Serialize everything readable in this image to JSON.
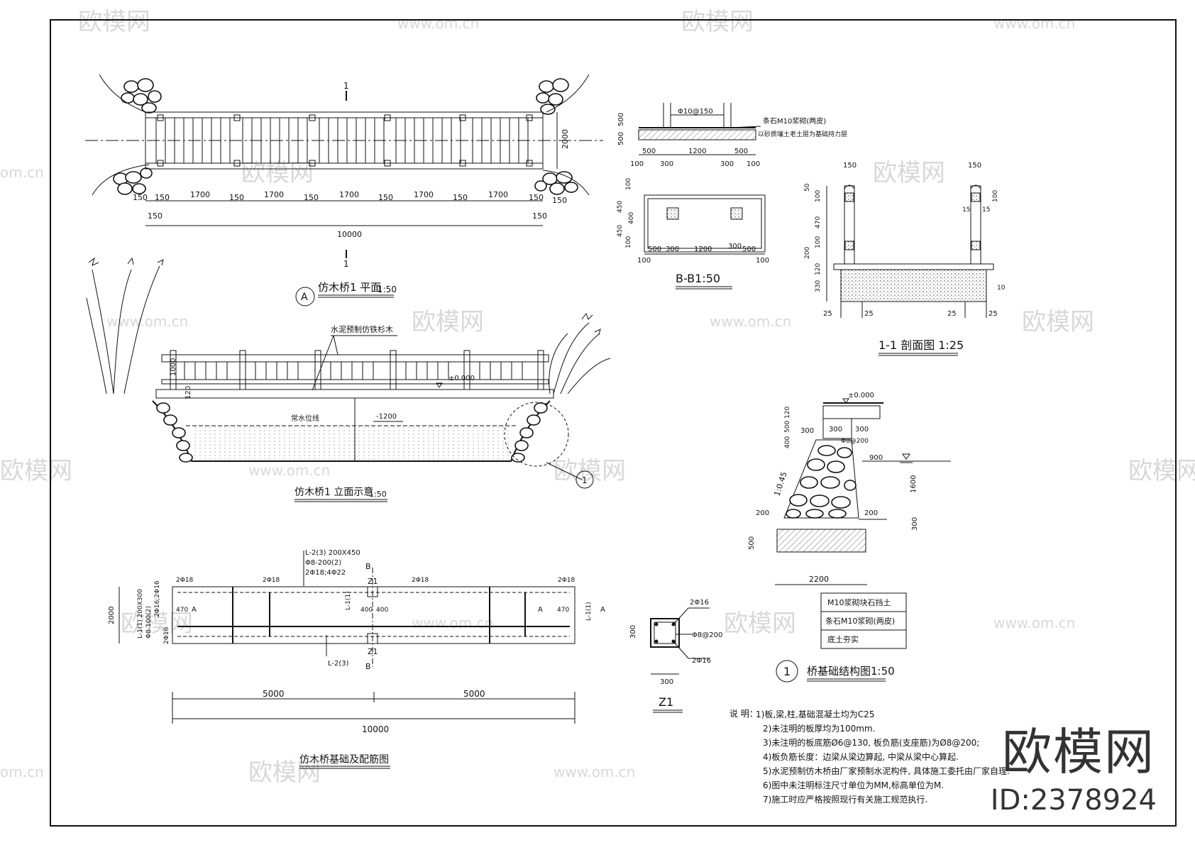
{
  "watermarks": {
    "brand": "欧模网",
    "url": "www.om.cn",
    "url_short": "om.cn"
  },
  "plan": {
    "title": "仿木桥1 平面",
    "scale": "1:50",
    "marker": "A",
    "section_mark": "1",
    "width_dim": "2000",
    "total": "10000",
    "d150": "150",
    "d1700": "1700"
  },
  "elevation": {
    "title": "仿木桥1 立面示意",
    "scale": "1:50",
    "label_rail": "水泥预制仿铁杉木",
    "label_water": "常水位线",
    "level_zero": "±0.000",
    "level_water": "-1200",
    "h1000": "1000",
    "h120": "120",
    "detail_mark": "1"
  },
  "foundation_plan": {
    "title": "仿木桥基础及配筋图",
    "beam_label_1": "L-2(3) 200X450",
    "beam_label_2": "Φ8-200(2)",
    "beam_label_3": "2Φ18;4Φ22",
    "beam_label_4": "L-1(1) 200X300",
    "beam_label_5": "Φ8-100(2)",
    "beam_label_6": "2Φ16;2Φ16",
    "beam_bottom": "L-2(3)",
    "beam_side": "L-1(1)",
    "col": "Z1",
    "sec_a": "A",
    "sec_b": "B",
    "rebar_2d18": "2Φ18",
    "rebar_2d16": "2Φ16",
    "d470": "470",
    "d400": "400",
    "d2000": "2000",
    "d5000": "5000",
    "d10000": "10000"
  },
  "bb_section": {
    "title": "B-B1:50",
    "stirrup": "Φ10@150",
    "note_1": "条石M10浆砌(两皮)",
    "note_2": "以砂质壤土老土层为基础持力层",
    "d500": "500",
    "d300": "300",
    "d1200": "1200",
    "d100": "100",
    "d450": "450",
    "d400": "400"
  },
  "section_11": {
    "title": "1-1 剖面图 1:25",
    "d150": "150",
    "d15": "15",
    "d100": "100",
    "d50": "50",
    "d470": "470",
    "d200": "200",
    "d120": "120",
    "d330": "330",
    "d10": "10",
    "d25": "25"
  },
  "z1": {
    "title": "Z1",
    "top": "2Φ16",
    "stirrup": "Φ8@200",
    "bottom": "2Φ16",
    "d300": "300"
  },
  "bridge_base": {
    "title": "桥基础结构图1:50",
    "marker": "1",
    "level": "±0.000",
    "slope": "1:0.45",
    "rebar": "Φ8@200",
    "d300": "300",
    "d120": "120",
    "d500": "500",
    "d400": "400",
    "d900": "900",
    "d1600": "1600",
    "d200": "200",
    "d2200": "2200",
    "legend_1": "M10浆砌块石挡土",
    "legend_2": "条石M10浆砌(两皮)",
    "legend_3": "底土夯实"
  },
  "notes": {
    "label": "说  明：",
    "items": [
      "1)板,梁,柱,基础混凝土均为C25",
      "2)未注明的板厚均为100mm.",
      "3)未注明的板底筋Ø6@130, 板负筋(支座筋)为Ø8@200;",
      "4)板负筋长度：边梁从梁边算起, 中梁从梁中心算起.",
      "5)水泥预制仿木桥由厂家预制水泥构件, 具体施工委托由厂家自理.",
      "6)图中未注明标注尺寸单位为MM,标高单位为M.",
      "7)施工时应严格按照现行有关施工规范执行."
    ]
  },
  "brand": {
    "name": "欧模网",
    "id": "ID:2378924"
  }
}
